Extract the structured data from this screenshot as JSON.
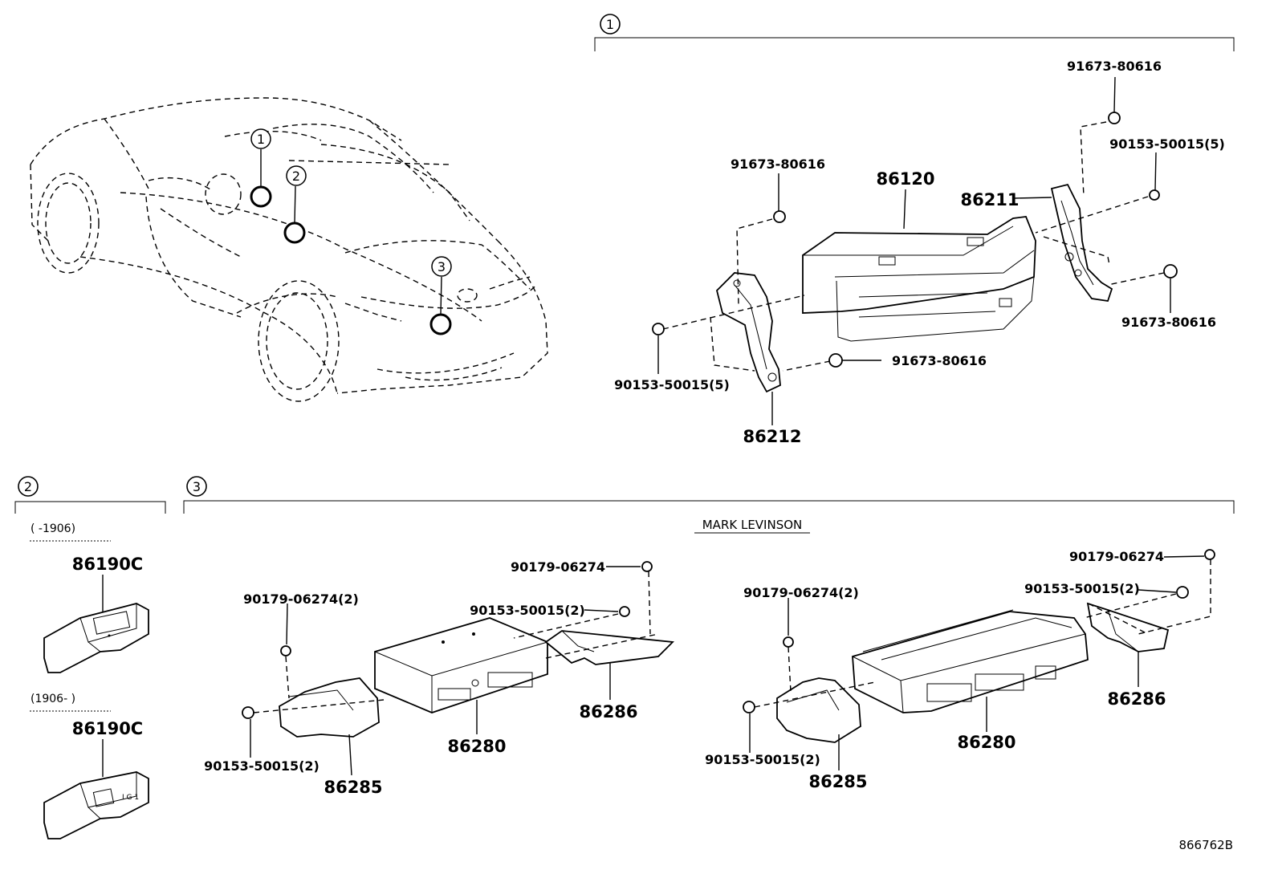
{
  "callouts": [
    "1",
    "2",
    "3"
  ],
  "section1": {
    "labels": {
      "bolt_top_right": "91673-80616",
      "screw_right": "90153-50015(5)",
      "bolt_left_top": "91673-80616",
      "unit": "86120",
      "bracket_right": "86211",
      "bolt_right_low": "91673-80616",
      "bolt_center_low": "91673-80616",
      "screw_left": "90153-50015(5)",
      "bracket_left": "86212"
    }
  },
  "section2": {
    "range_a": "(      -1906)",
    "part_a": "86190C",
    "range_b": "(1906-      )",
    "part_b": "86190C"
  },
  "section3": {
    "heading": "MARK LEVINSON",
    "left": {
      "nut_top": "90179-06274",
      "screw_top": "90153-50015(2)",
      "nut_left": "90179-06274(2)",
      "screw_left": "90153-50015(2)",
      "amp": "86280",
      "bracket_right": "86286",
      "bracket_left": "86285"
    },
    "right": {
      "nut_top": "90179-06274",
      "screw_top": "90153-50015(2)",
      "nut_left": "90179-06274(2)",
      "screw_left": "90153-50015(2)",
      "amp": "86280",
      "bracket_right": "86286",
      "bracket_left": "86285"
    }
  },
  "figure_id": "866762B"
}
